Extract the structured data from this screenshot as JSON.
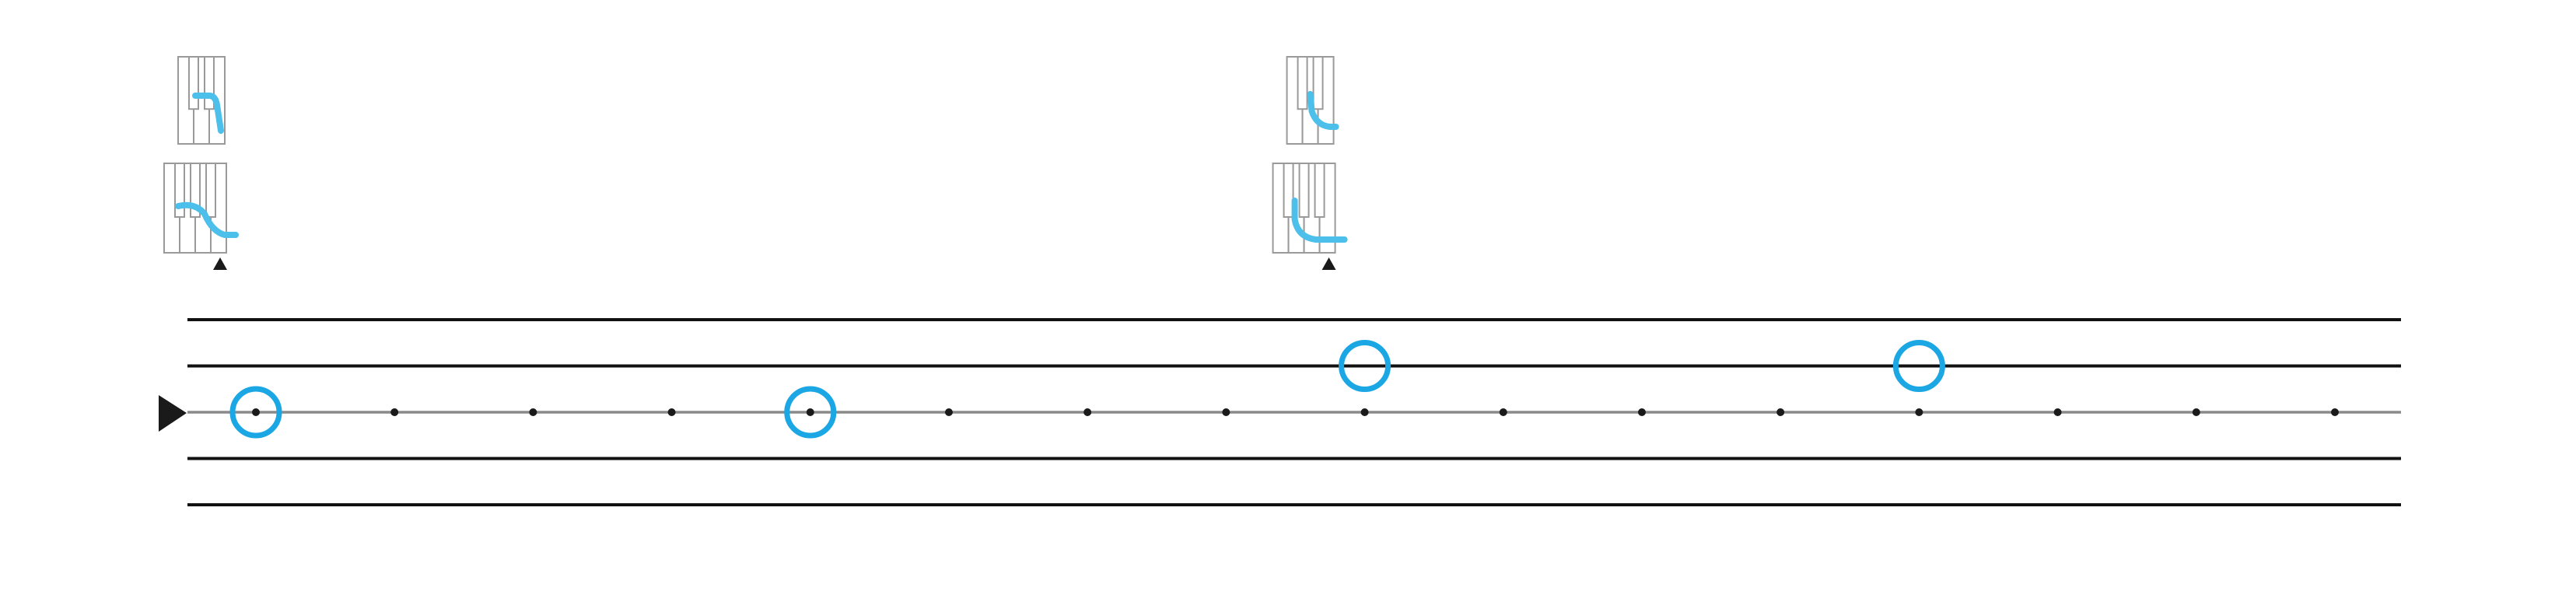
{
  "colors": {
    "background": "#ffffff",
    "staff_line": "#111111",
    "centre_line": "#8a8a8a",
    "beat_dot": "#1a1a1a",
    "note_circle": "#1ba6e4",
    "finger_path": "#4cc0ea",
    "key_outline": "#9a9a9a",
    "marker": "#1a1a1a"
  },
  "staff": {
    "line_count": 5,
    "start_marker_icon": "play-triangle-icon",
    "beat_count": 16
  },
  "notes": [
    {
      "beat": 1,
      "line": 3
    },
    {
      "beat": 5,
      "line": 3
    },
    {
      "beat": 9,
      "line": 2
    },
    {
      "beat": 13,
      "line": 2
    }
  ],
  "keyboard_groups": [
    {
      "beat": 1,
      "diagrams": [
        {
          "white_keys": 3,
          "black_keys": [
            1,
            2
          ],
          "icon": "piano-keys-icon"
        },
        {
          "white_keys": 4,
          "black_keys": [
            1,
            2,
            3
          ],
          "icon": "piano-keys-icon",
          "marker_key": 4,
          "marker_icon": "up-triangle-icon"
        }
      ]
    },
    {
      "beat": 9,
      "diagrams": [
        {
          "white_keys": 3,
          "black_keys": [
            1,
            2
          ],
          "icon": "piano-keys-icon"
        },
        {
          "white_keys": 4,
          "black_keys": [
            1,
            2,
            3
          ],
          "icon": "piano-keys-icon",
          "marker_key": 4,
          "marker_icon": "up-triangle-icon"
        }
      ]
    }
  ]
}
